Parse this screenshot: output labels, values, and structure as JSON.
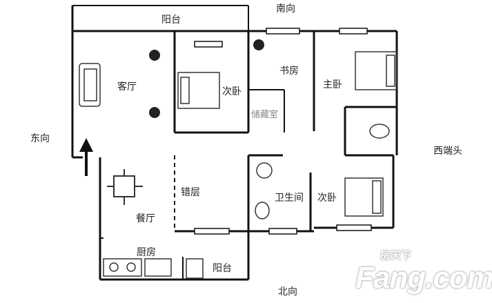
{
  "orientation": {
    "south": "南向",
    "north": "北向",
    "east": "东向",
    "west": "西端头"
  },
  "rooms": {
    "balcony_top": "阳台",
    "living_room": "客厅",
    "second_bedroom_a": "次卧",
    "study": "书房",
    "master_bedroom": "主卧",
    "storage": "储藏室",
    "split_level": "错层",
    "dining_room": "餐厅",
    "bathroom": "卫生间",
    "second_bedroom_b": "次卧",
    "kitchen": "厨房",
    "balcony_bottom": "阳台"
  },
  "watermark": {
    "brand_cn": "房天下",
    "brand_en": "Fang.com"
  }
}
